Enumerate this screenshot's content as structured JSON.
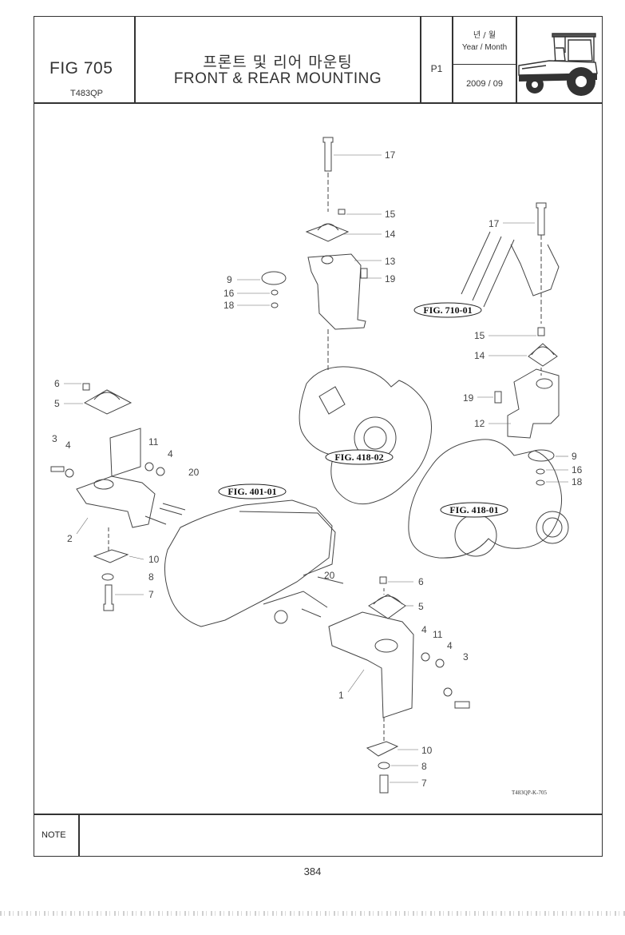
{
  "header": {
    "fig_no": "FIG 705",
    "model": "T483QP",
    "title_ko": "프론트 및 리어 마운팅",
    "title_en": "FRONT & REAR MOUNTING",
    "page_id": "P1",
    "year_month_ko": "년 / 월",
    "year_month_en": "Year / Month",
    "year_month_value": "2009  / 09",
    "tractor_icon": "tractor-icon"
  },
  "diagram": {
    "drawing_code": "T483QP-K-705",
    "figure_refs": [
      "FIG. 710-01",
      "FIG. 418-02",
      "FIG. 401-01",
      "FIG. 418-01"
    ],
    "callouts": [
      "17",
      "15",
      "14",
      "13",
      "19",
      "9",
      "16",
      "18",
      "17",
      "15",
      "14",
      "19",
      "12",
      "9",
      "16",
      "18",
      "6",
      "5",
      "3",
      "4",
      "11",
      "4",
      "20",
      "2",
      "10",
      "8",
      "7",
      "20",
      "6",
      "5",
      "4",
      "11",
      "4",
      "3",
      "1",
      "10",
      "8",
      "7"
    ]
  },
  "footer": {
    "note_label": "NOTE",
    "page_number": "384"
  }
}
